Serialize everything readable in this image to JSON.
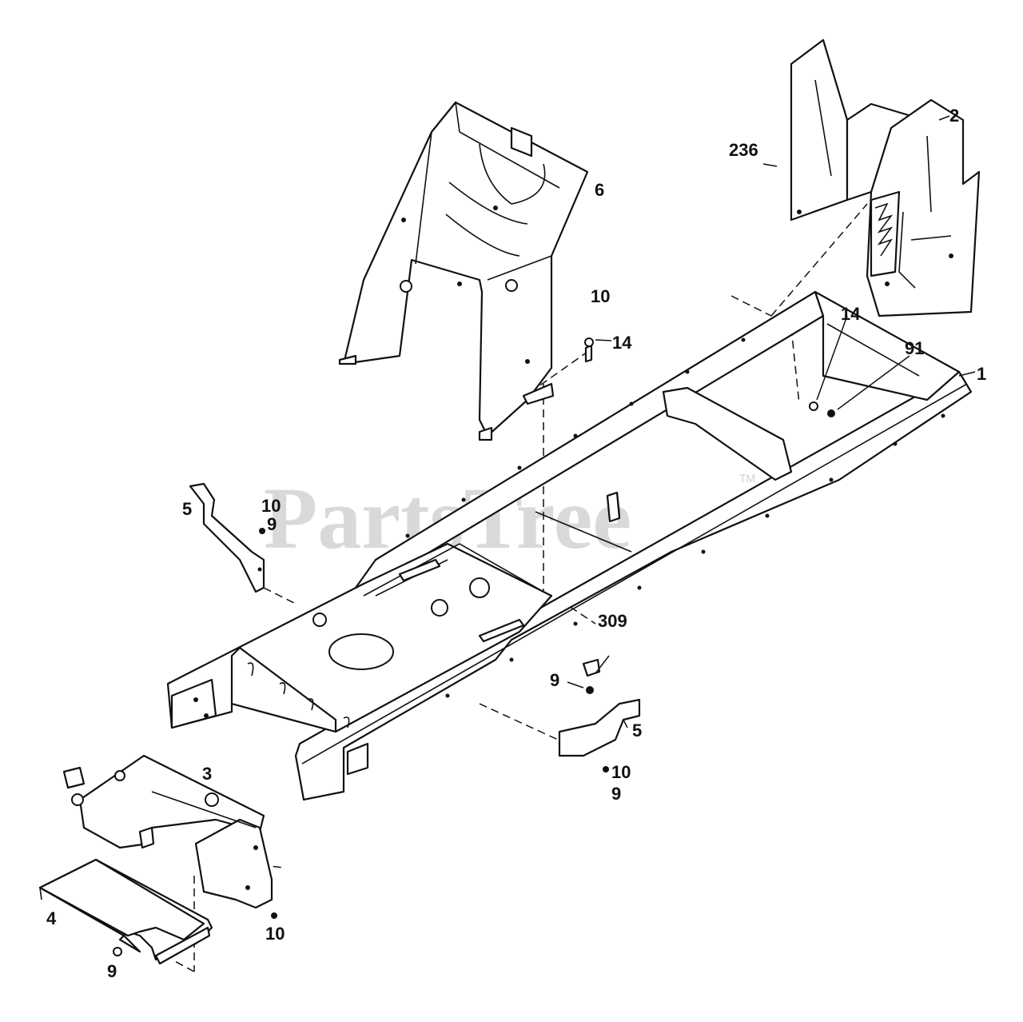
{
  "watermark": {
    "text": "PartsTree",
    "trademark": "TM"
  },
  "callouts": [
    {
      "id": "c1",
      "text": "1"
    },
    {
      "id": "c2",
      "text": "2"
    },
    {
      "id": "c236",
      "text": "236"
    },
    {
      "id": "c6",
      "text": "6"
    },
    {
      "id": "c10a",
      "text": "10"
    },
    {
      "id": "c14a",
      "text": "14"
    },
    {
      "id": "c14b",
      "text": "14"
    },
    {
      "id": "c91",
      "text": "91"
    },
    {
      "id": "c5a",
      "text": "5"
    },
    {
      "id": "c10b",
      "text": "10"
    },
    {
      "id": "c9a",
      "text": "9"
    },
    {
      "id": "c309",
      "text": "309"
    },
    {
      "id": "c9b",
      "text": "9"
    },
    {
      "id": "c5b",
      "text": "5"
    },
    {
      "id": "c10c",
      "text": "10"
    },
    {
      "id": "c9c",
      "text": "9"
    },
    {
      "id": "c3",
      "text": "3"
    },
    {
      "id": "c4",
      "text": "4"
    },
    {
      "id": "c10d",
      "text": "10"
    },
    {
      "id": "c9d",
      "text": "9"
    }
  ]
}
